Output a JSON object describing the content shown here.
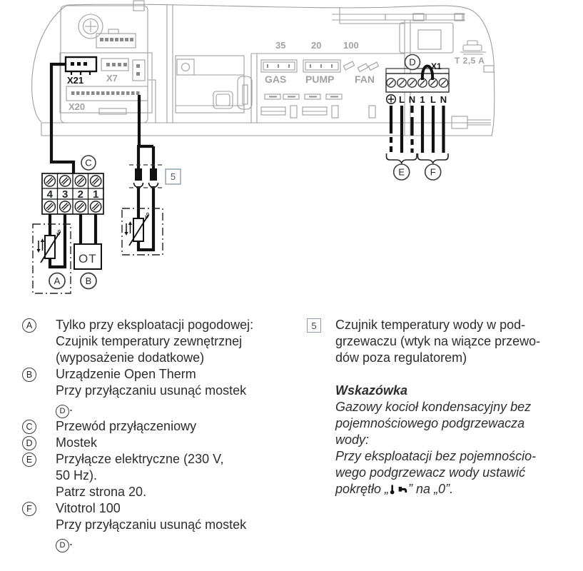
{
  "diagram": {
    "board": {
      "x21": "X21",
      "x7": "X7",
      "x20": "X20"
    },
    "connectors": {
      "gas_value": "35",
      "pump_value": "20",
      "fan_value": "100",
      "gas": "GAS",
      "pump": "PUMP",
      "fan": "FAN"
    },
    "fuse_label": "T 2,5 A",
    "x1_label": "X1",
    "x1_terminals": [
      "L",
      "N",
      "1",
      "L",
      "N"
    ],
    "c_terminals": [
      "4",
      "3",
      "2",
      "1"
    ],
    "ot_label": "OT",
    "theta": "ϑ",
    "callouts": {
      "a": "A",
      "b": "B",
      "c": "C",
      "d": "D",
      "e": "E",
      "f": "F",
      "sensor_box": "5"
    }
  },
  "legend_left": {
    "a_marker": "A",
    "a_line1": "Tylko przy eksploatacji pogodowej:",
    "a_line2": "Czujnik temperatury zewnętrznej",
    "a_line3": "(wyposażenie dodatkowe)",
    "b_marker": "B",
    "b_line1": "Urządzenie Open Therm",
    "b_line2": "Przy przyłączaniu usunąć mostek",
    "b_ref": "D",
    "b_ref_suffix": ".",
    "c_marker": "C",
    "c_line1": "Przewód przyłączeniowy",
    "d_marker": "D",
    "d_line1": "Mostek",
    "e_marker": "E",
    "e_line1": "Przyłącze elektryczne (230 V,",
    "e_line2": "50 Hz).",
    "e_line3": "Patrz strona 20.",
    "f_marker": "F",
    "f_line1": "Vitotrol 100",
    "f_line2": "Przy przyłączaniu usunąć mostek",
    "f_ref": "D",
    "f_ref_suffix": "."
  },
  "legend_right": {
    "item5_marker": "5",
    "item5_line1": "Czujnik temperatury wody w pod-",
    "item5_line2": "grzewaczu (wtyk na wiązce przewo-",
    "item5_line3": "dów poza regulatorem)",
    "note_title": "Wskazówka",
    "note_line1": "Gazowy kocioł kondensacyjny bez",
    "note_line2": "pojemnościowego podgrzewacza",
    "note_line3": "wody:",
    "note_line4": "Przy eksploatacji bez pojemnościo-",
    "note_line5": "wego podgrzewacz wody ustawić",
    "note_line6_pre": "pokrętło „",
    "note_line6_post": "” na „0”."
  }
}
